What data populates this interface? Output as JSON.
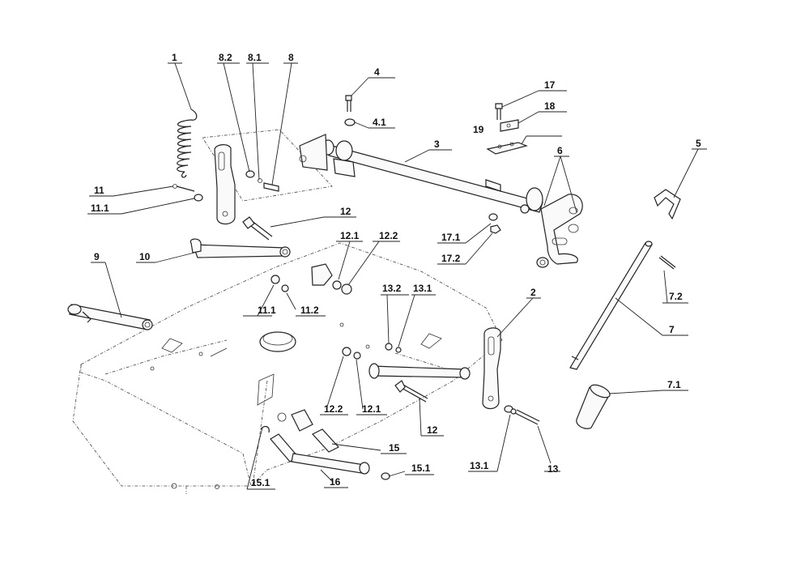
{
  "labels": {
    "l1": "1",
    "l8_2": "8.2",
    "l8_1": "8.1",
    "l8": "8",
    "l4": "4",
    "l4_1": "4.1",
    "l17": "17",
    "l18": "18",
    "l19": "19",
    "l3": "3",
    "l6": "6",
    "l5": "5",
    "l11": "11",
    "l11_1a": "11.1",
    "l12a": "12",
    "l9": "9",
    "l10": "10",
    "l12_1a": "12.1",
    "l12_2a": "12.2",
    "l11_1b": "11.1",
    "l11_2": "11.2",
    "l17_1": "17.1",
    "l17_2": "17.2",
    "l13_2": "13.2",
    "l13_1a": "13.1",
    "l2": "2",
    "l7_2": "7.2",
    "l7": "7",
    "l7_1": "7.1",
    "l12_2b": "12.2",
    "l12_1b": "12.1",
    "l12b": "12",
    "l15": "15",
    "l15_1a": "15.1",
    "l15_1b": "15.1",
    "l16": "16",
    "l13_1b": "13.1",
    "l13": "13"
  }
}
